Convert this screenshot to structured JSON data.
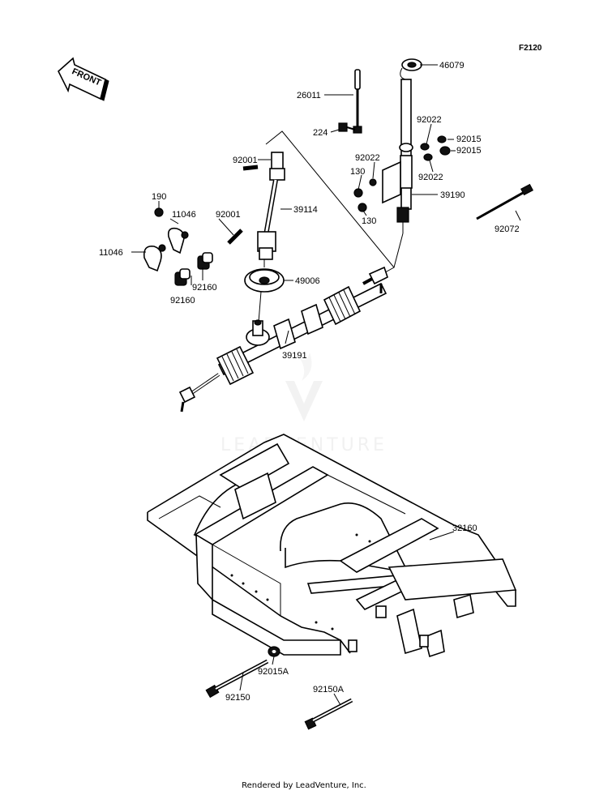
{
  "diagram_code": "F2120",
  "front_label": "FRONT",
  "watermark": "LEADVENTURE",
  "footer": "Rendered by LeadVenture, Inc.",
  "parts": {
    "p46079": "46079",
    "p26011": "26011",
    "p224": "224",
    "p92022a": "92022",
    "p92015a": "92015",
    "p92015b": "92015",
    "p92022b": "92022",
    "p92022c": "92022",
    "p130a": "130",
    "p130b": "130",
    "p39190": "39190",
    "p92072": "92072",
    "p92001a": "92001",
    "p92001b": "92001",
    "p39114": "39114",
    "p190": "190",
    "p11046a": "11046",
    "p11046b": "11046",
    "p92160a": "92160",
    "p92160b": "92160",
    "p49006": "49006",
    "p39191": "39191",
    "p32160": "32160",
    "p92015A": "92015A",
    "p92150": "92150",
    "p92150A": "92150A"
  }
}
